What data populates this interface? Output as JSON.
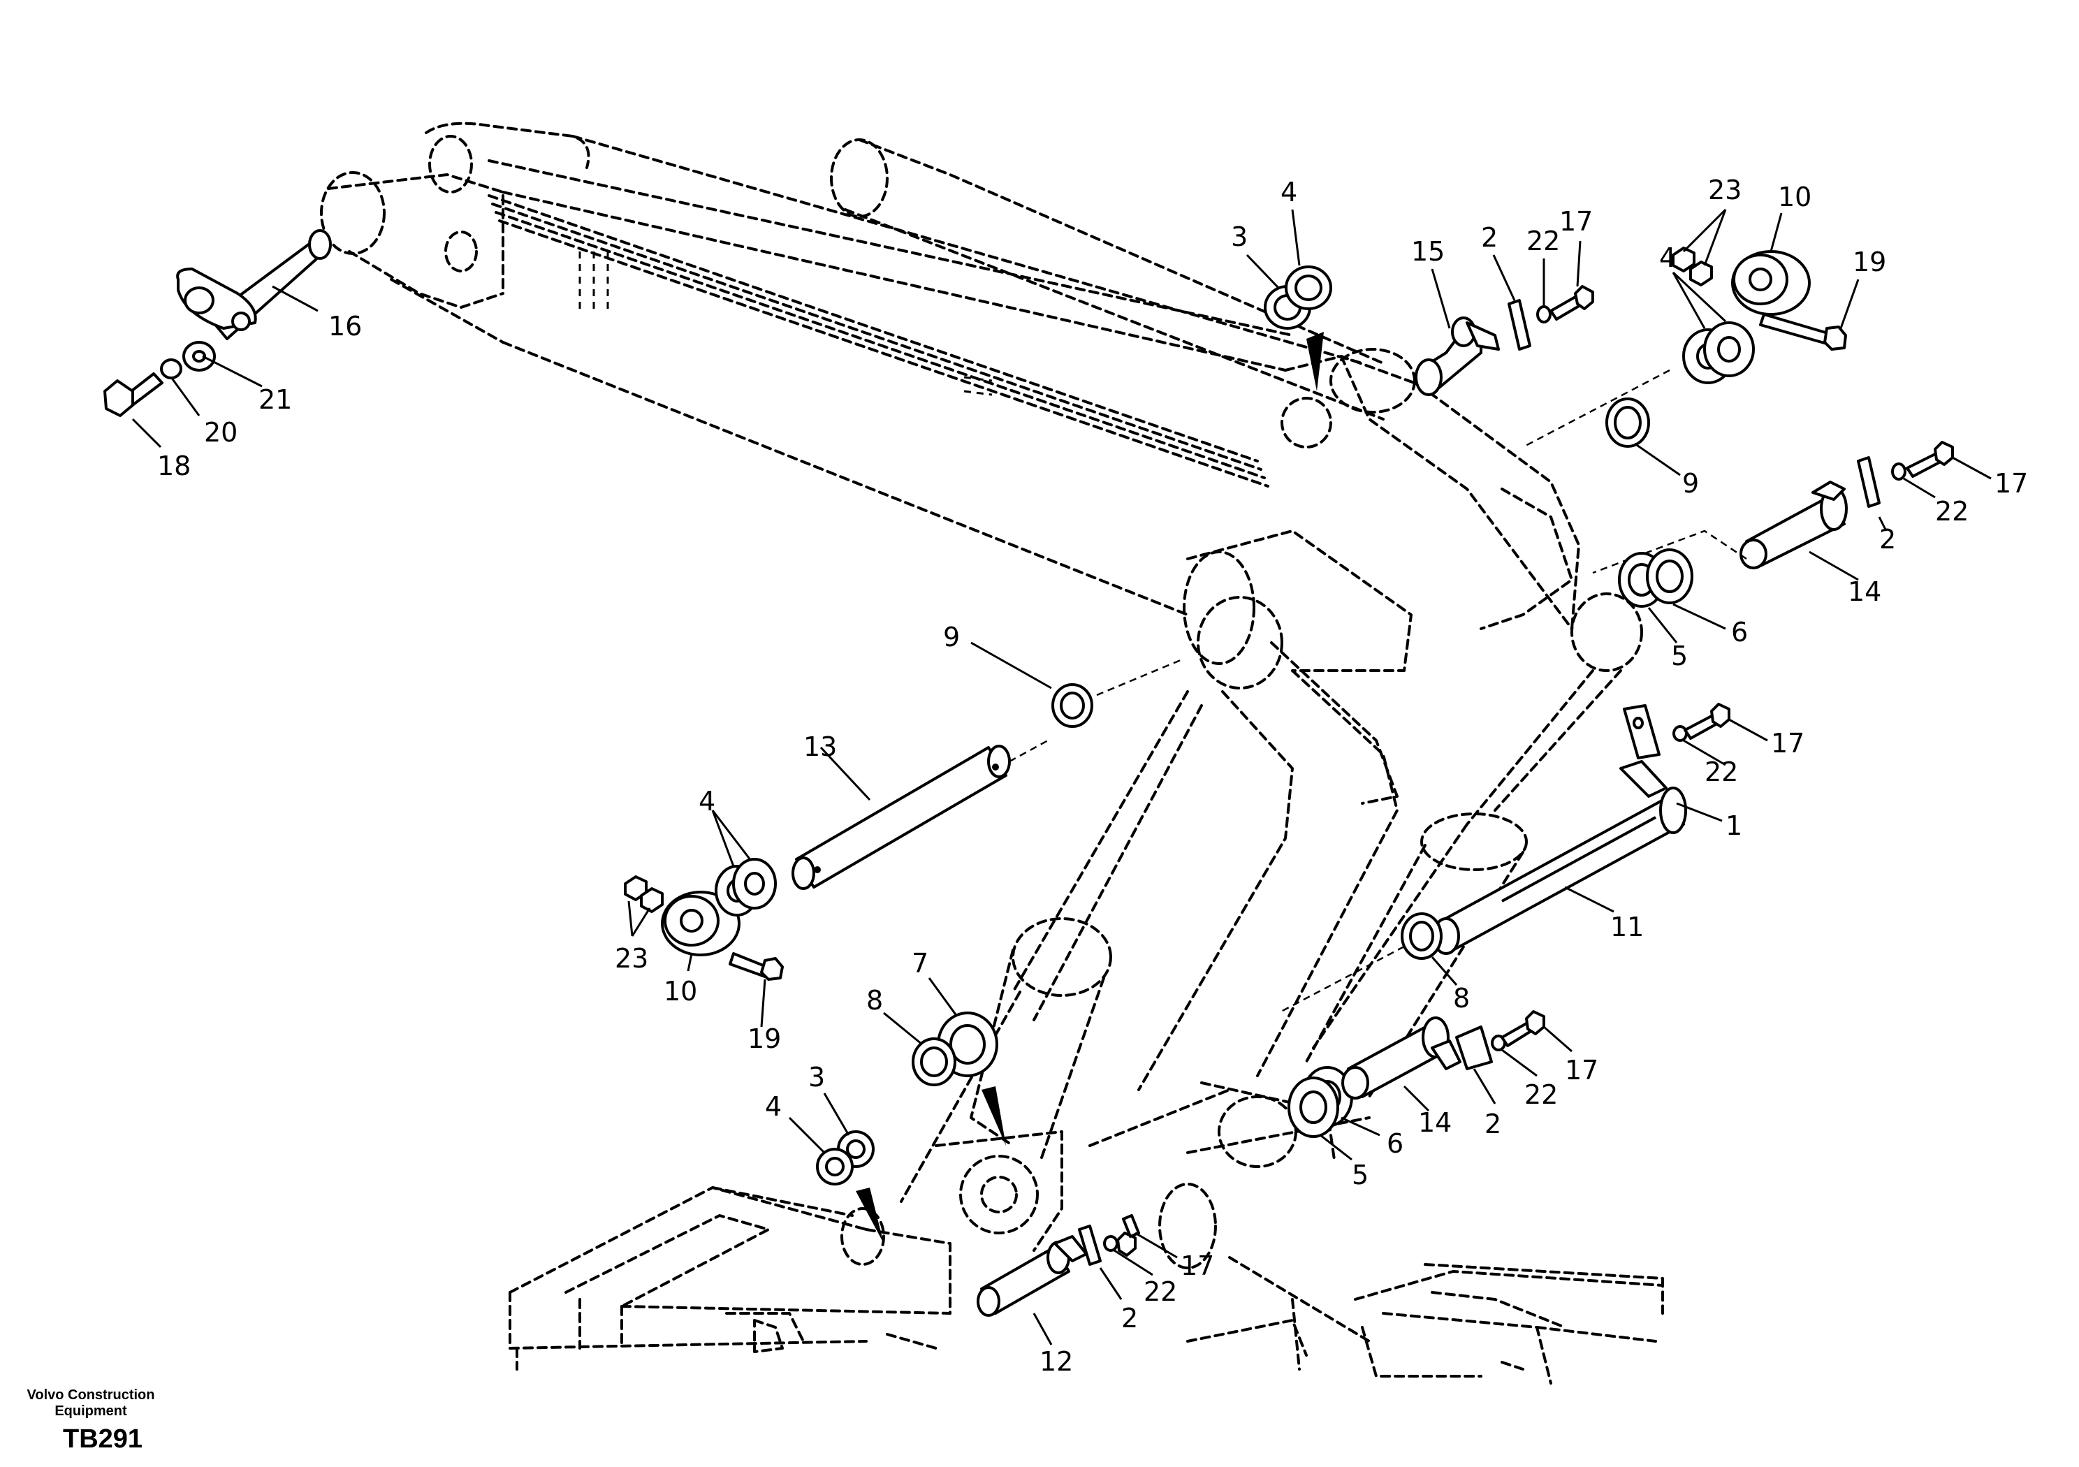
{
  "footer": {
    "company_line1": "Volvo Construction",
    "company_line2": "Equipment",
    "drawing_code": "TB291"
  },
  "callouts": [
    {
      "id": "c16",
      "label": "16"
    },
    {
      "id": "c21",
      "label": "21"
    },
    {
      "id": "c20",
      "label": "20"
    },
    {
      "id": "c18",
      "label": "18"
    },
    {
      "id": "c3a",
      "label": "3"
    },
    {
      "id": "c4a",
      "label": "4"
    },
    {
      "id": "c15",
      "label": "15"
    },
    {
      "id": "c2a",
      "label": "2"
    },
    {
      "id": "c22a",
      "label": "22"
    },
    {
      "id": "c17a",
      "label": "17"
    },
    {
      "id": "c23a",
      "label": "23"
    },
    {
      "id": "c10a",
      "label": "10"
    },
    {
      "id": "c19a",
      "label": "19"
    },
    {
      "id": "c4b",
      "label": "4"
    },
    {
      "id": "c9a",
      "label": "9"
    },
    {
      "id": "c17b",
      "label": "17"
    },
    {
      "id": "c22b",
      "label": "22"
    },
    {
      "id": "c2b",
      "label": "2"
    },
    {
      "id": "c14a",
      "label": "14"
    },
    {
      "id": "c6a",
      "label": "6"
    },
    {
      "id": "c5a",
      "label": "5"
    },
    {
      "id": "c9b",
      "label": "9"
    },
    {
      "id": "c13",
      "label": "13"
    },
    {
      "id": "c17c",
      "label": "17"
    },
    {
      "id": "c22c",
      "label": "22"
    },
    {
      "id": "c1",
      "label": "1"
    },
    {
      "id": "c4c",
      "label": "4"
    },
    {
      "id": "c11",
      "label": "11"
    },
    {
      "id": "c23b",
      "label": "23"
    },
    {
      "id": "c10b",
      "label": "10"
    },
    {
      "id": "c19b",
      "label": "19"
    },
    {
      "id": "c7",
      "label": "7"
    },
    {
      "id": "c8a",
      "label": "8"
    },
    {
      "id": "c8b",
      "label": "8"
    },
    {
      "id": "c3b",
      "label": "3"
    },
    {
      "id": "c4d",
      "label": "4"
    },
    {
      "id": "c17d",
      "label": "17"
    },
    {
      "id": "c22d",
      "label": "22"
    },
    {
      "id": "c14b",
      "label": "14"
    },
    {
      "id": "c2c",
      "label": "2"
    },
    {
      "id": "c6b",
      "label": "6"
    },
    {
      "id": "c5b",
      "label": "5"
    },
    {
      "id": "c17e",
      "label": "17"
    },
    {
      "id": "c22e",
      "label": "22"
    },
    {
      "id": "c2d",
      "label": "2"
    },
    {
      "id": "c12",
      "label": "12"
    }
  ]
}
